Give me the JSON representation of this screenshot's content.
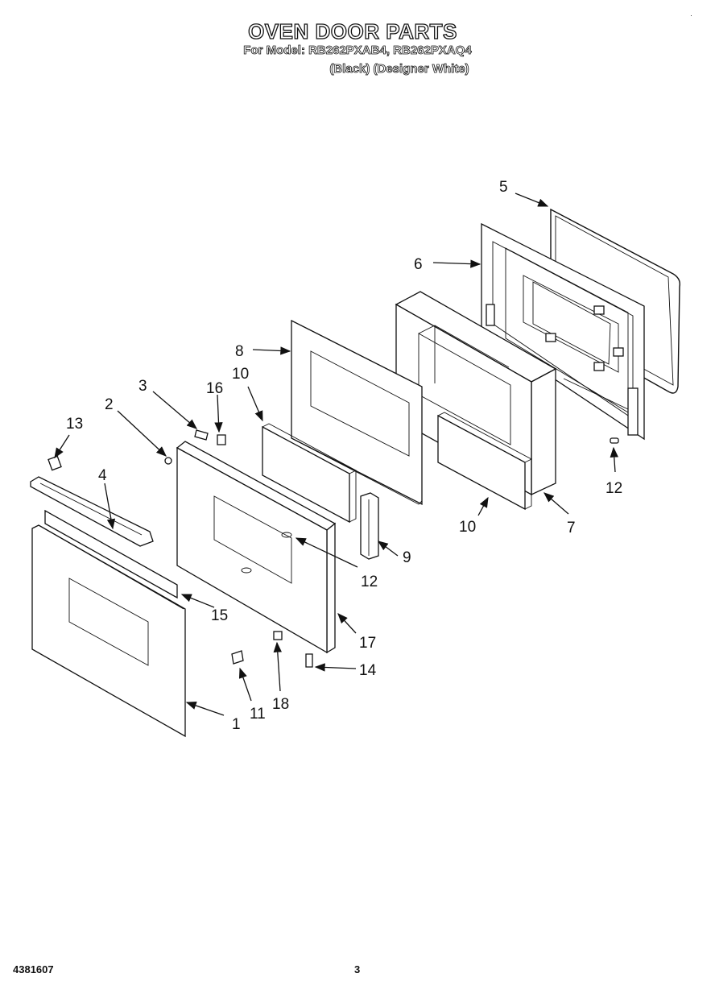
{
  "title": "OVEN DOOR PARTS",
  "model_line": "For Model: RB262PXAB4, RB262PXAQ4",
  "variant_line": "(Black)    (Designer White)",
  "document_number": "4381607",
  "page_number": "3",
  "corner_mark": "·",
  "callouts": {
    "c1": "1",
    "c2": "2",
    "c3": "3",
    "c4": "4",
    "c5": "5",
    "c6": "6",
    "c7": "7",
    "c8": "8",
    "c9": "9",
    "c10a": "10",
    "c10b": "10",
    "c11": "11",
    "c12a": "12",
    "c12b": "12",
    "c13": "13",
    "c14": "14",
    "c15": "15",
    "c16": "16",
    "c17": "17",
    "c18": "18"
  }
}
